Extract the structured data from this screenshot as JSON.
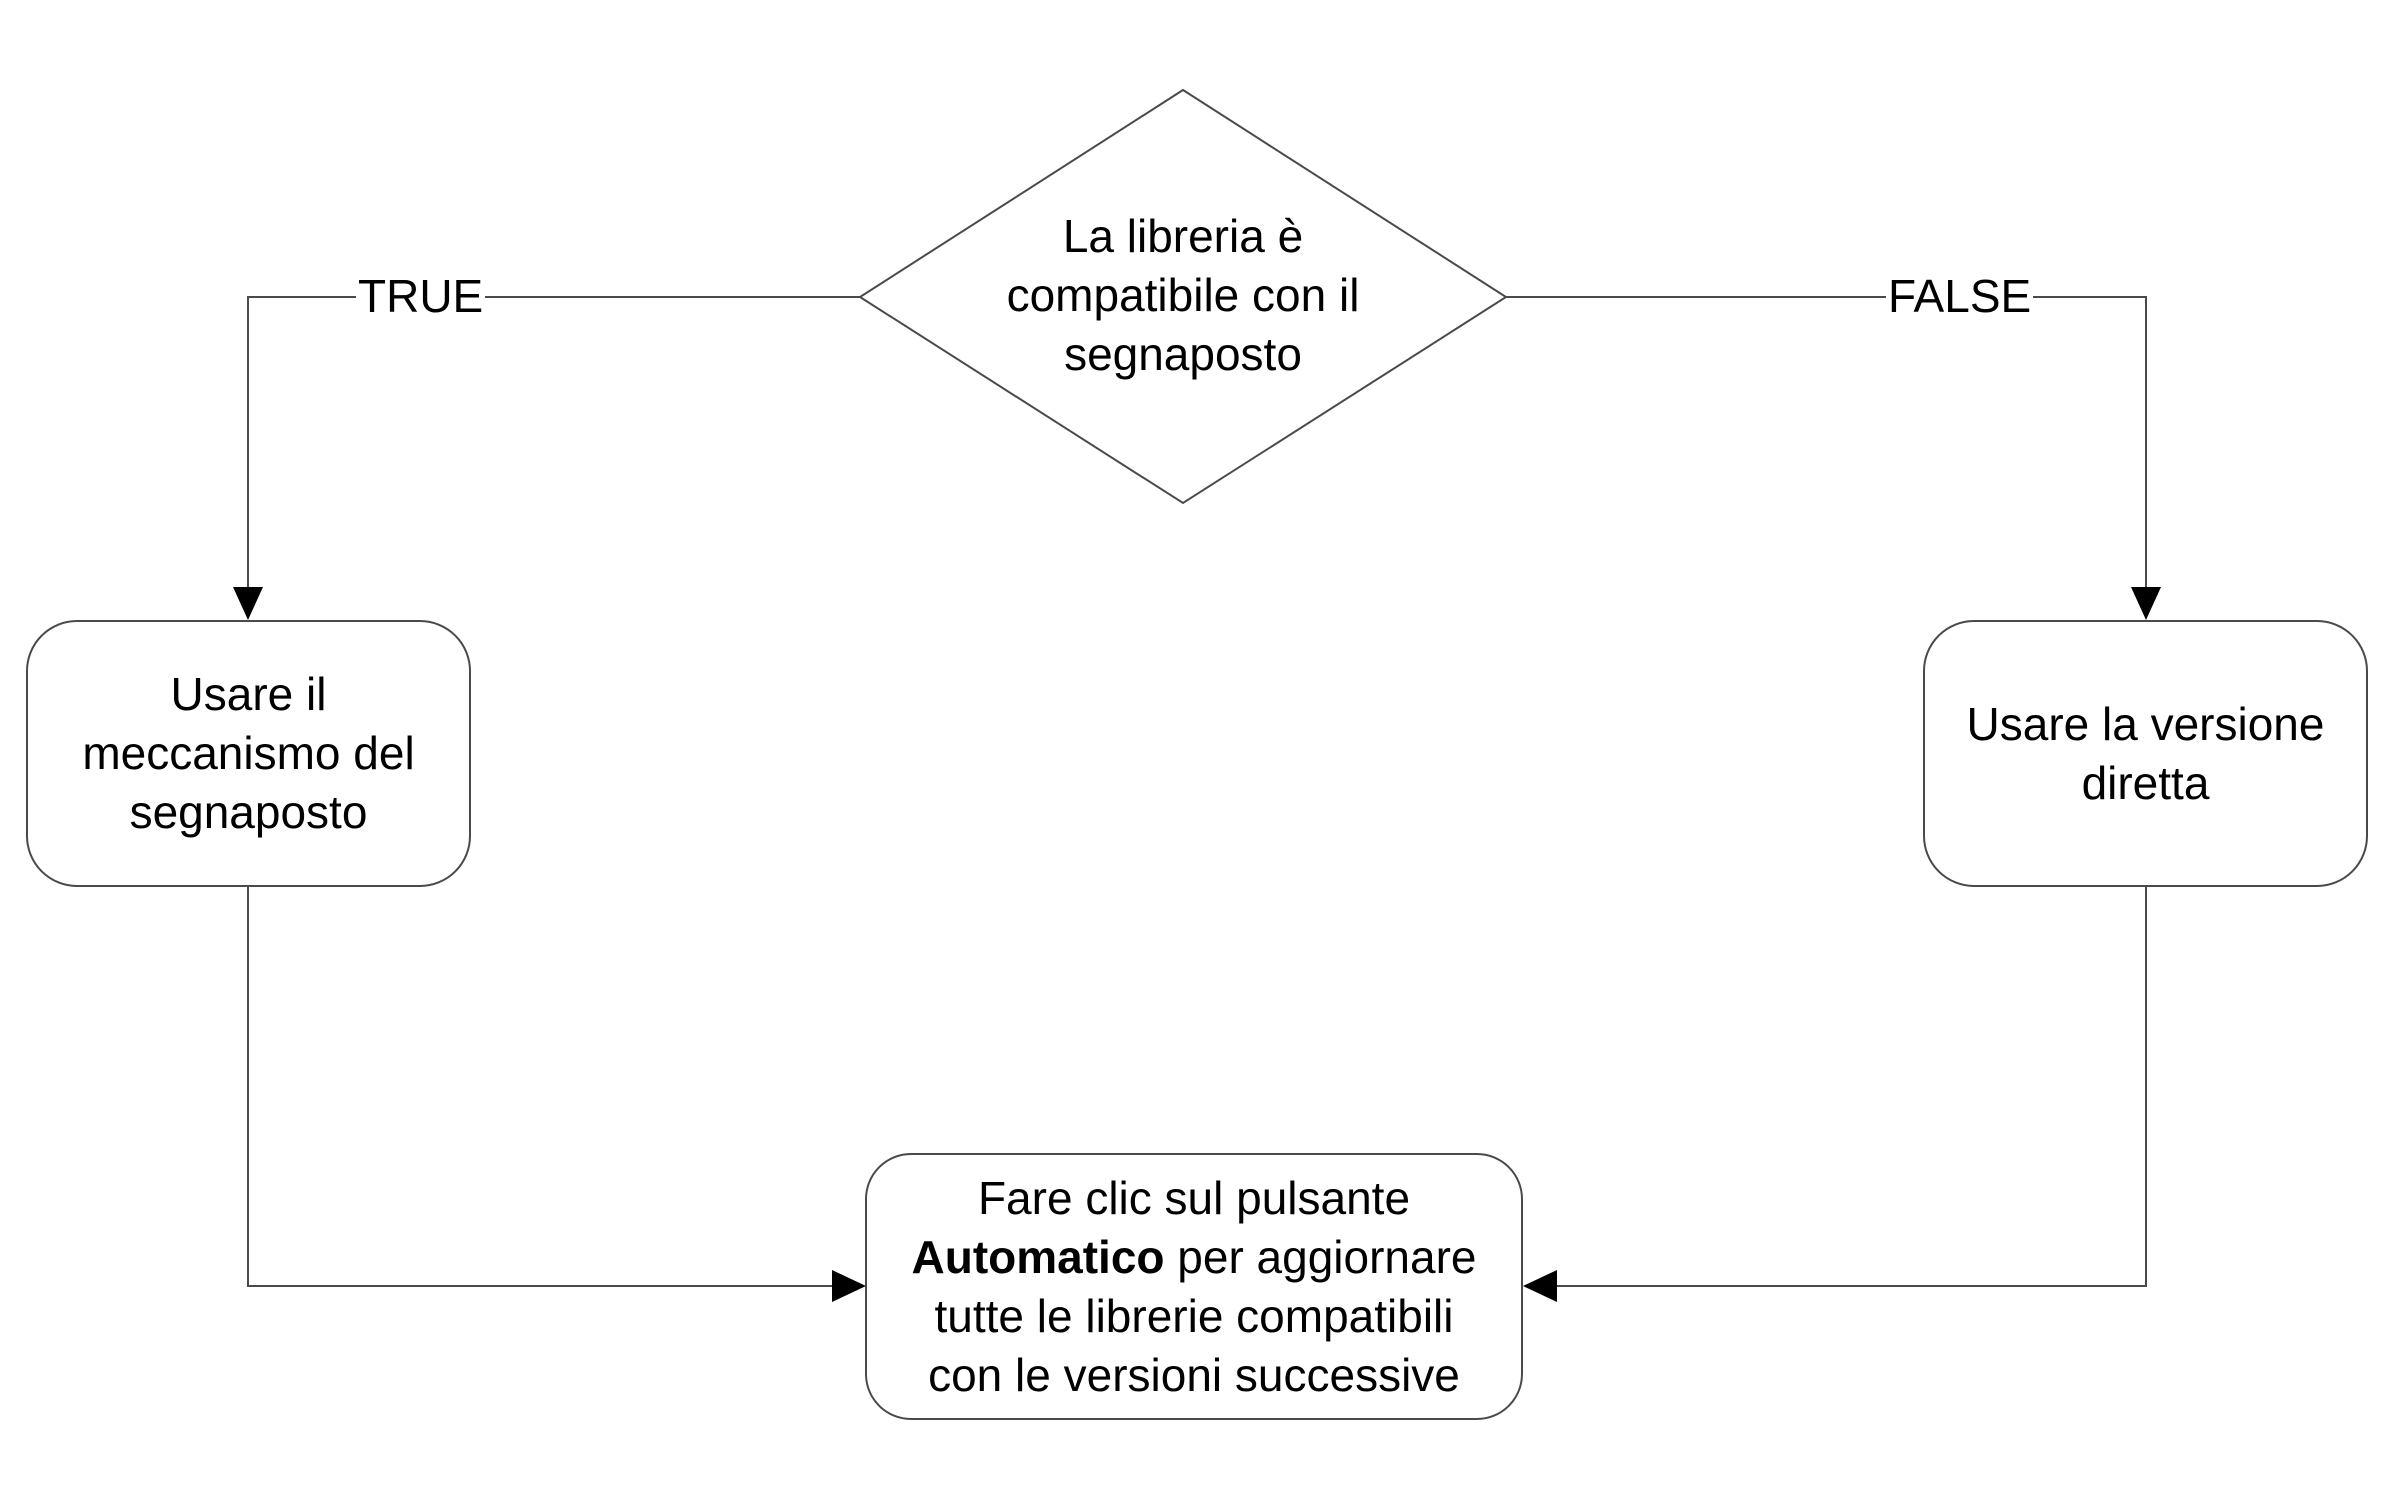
{
  "diagram": {
    "decision": {
      "lines": [
        "La libreria è",
        "compatibile con il",
        "segnaposto"
      ]
    },
    "left_box": {
      "lines": [
        "Usare il",
        "meccanismo del",
        "segnaposto"
      ]
    },
    "right_box": {
      "lines": [
        "Usare la versione",
        "diretta"
      ]
    },
    "bottom_box": {
      "line1": "Fare clic sul pulsante",
      "line2_bold": "Automatico",
      "line2_rest": " per aggiornare",
      "line3": "tutte le librerie compatibili",
      "line4": "con le versioni successive"
    },
    "edges": {
      "true_label": "TRUE",
      "false_label": "FALSE"
    }
  }
}
